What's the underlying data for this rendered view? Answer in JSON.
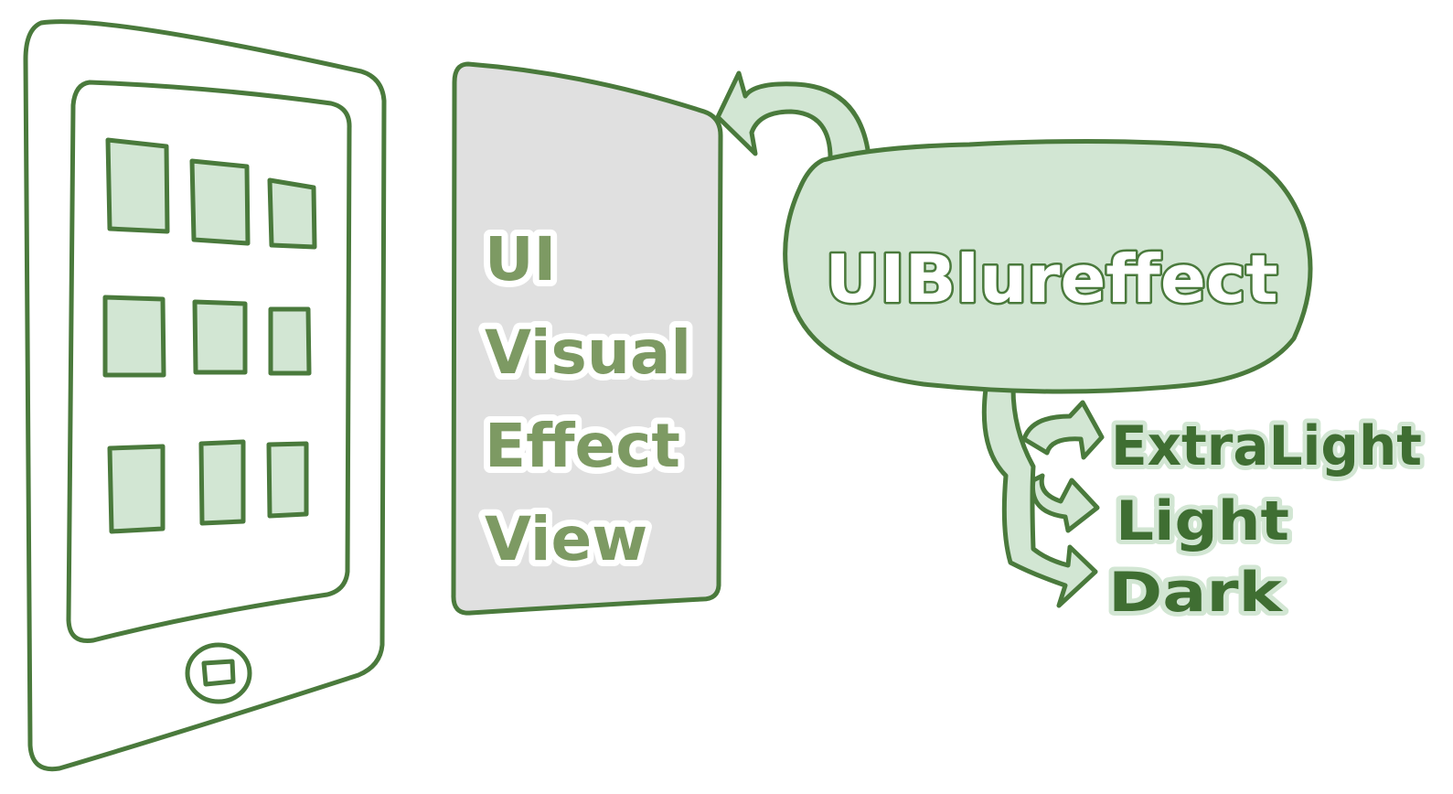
{
  "visual_effect_view": {
    "lines": [
      "UI",
      "Visual",
      "Effect",
      "View"
    ]
  },
  "blur_effect": {
    "label": "UIBlureffect"
  },
  "styles": [
    {
      "label": "ExtraLight"
    },
    {
      "label": "Light"
    },
    {
      "label": "Dark"
    }
  ],
  "colors": {
    "stroke": "#4a7a3c",
    "fill_green": "#d2e6d3",
    "fill_gray": "#e0e0e0",
    "text_green": "#7d9a63",
    "style_text": "#3f6e32"
  }
}
